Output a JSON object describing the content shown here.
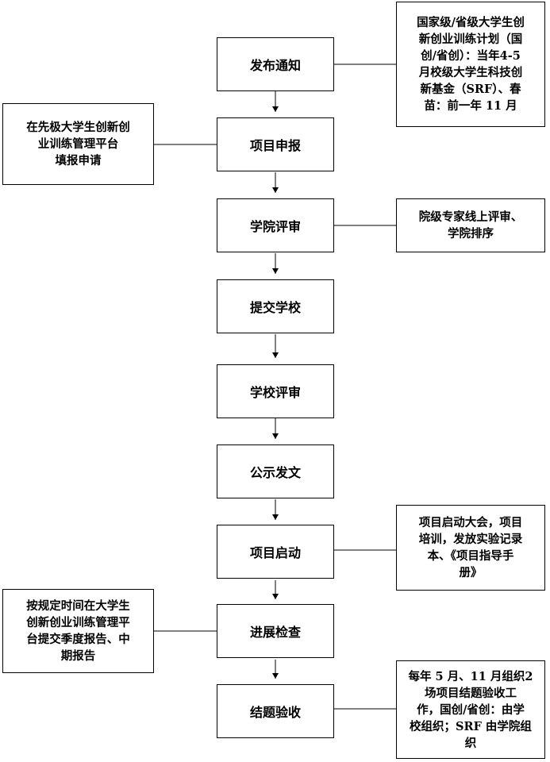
{
  "steps": [
    "发布通知",
    "项目申报",
    "学院评审",
    "提交学校",
    "学校评审",
    "公示发文",
    "项目启动",
    "进展检查",
    "结题验收"
  ],
  "notes": {
    "notice": [
      "国家级/省级大学生创",
      "新创业训练计划（国",
      "创/省创）：当年4-5",
      "月校级大学生科技创",
      "新基金（SRF）、春",
      "苗：前一年 11 月"
    ],
    "apply": [
      "在先极大学生创新创",
      "业训练管理平台",
      "填报申请"
    ],
    "college_review": [
      "院级专家线上评审、",
      "学院排序"
    ],
    "launch": [
      "项目启动大会，项目",
      "培训，发放实验记录",
      "本、《项目指导手",
      "册》"
    ],
    "progress": [
      "按规定时间在大学生",
      "创新创业训练管理平",
      "台提交季度报告、中",
      "期报告"
    ],
    "acceptance": [
      "每年 5 月、11 月组织2",
      "场项目结题验收工",
      "作，国创/省创：由学",
      "校组织；SRF 由学院组",
      "织"
    ]
  }
}
